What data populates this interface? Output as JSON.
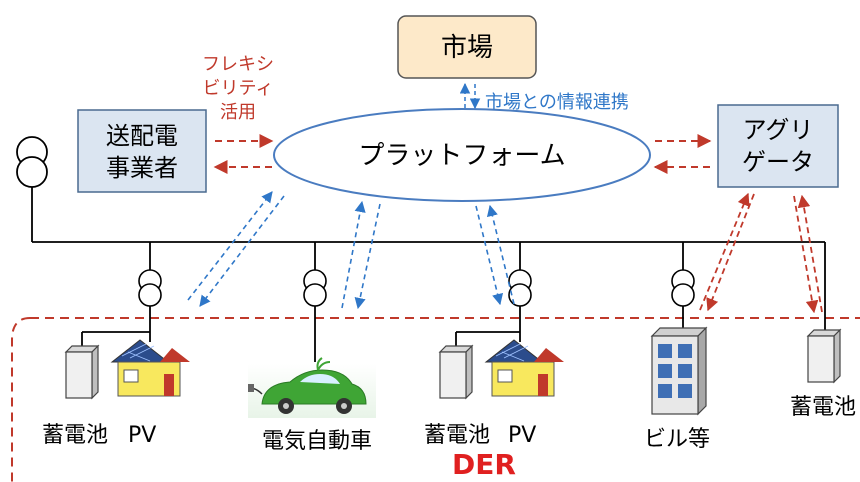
{
  "nodes": {
    "market": "市場",
    "tso_line1": "送配電",
    "tso_line2": "事業者",
    "platform": "プラットフォーム",
    "aggregator_line1": "アグリ",
    "aggregator_line2": "ゲータ"
  },
  "annotations": {
    "flex_line1": "フレキシ",
    "flex_line2": "ビリティ",
    "flex_line3": "活用",
    "market_link": "市場との情報連携"
  },
  "der": {
    "title": "DER",
    "battery": "蓄電池",
    "pv": "PV",
    "ev": "電気自動車",
    "building": "ビル等"
  },
  "colors": {
    "box_fill": "#dbe5f1",
    "box_stroke": "#4a6a8f",
    "market_fill": "#fde9c9",
    "platform_stroke": "#4a7cc0",
    "red_arrow": "#c0392b",
    "blue_arrow": "#2f77c8",
    "der_title": "#e02020"
  }
}
